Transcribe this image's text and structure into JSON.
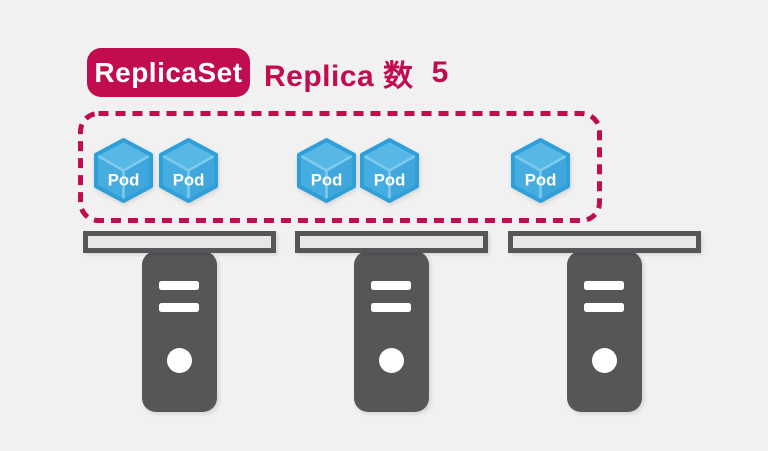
{
  "colors": {
    "background": "#F1F1F2",
    "accent": "#C10C4F",
    "pod_top": "#57B8E6",
    "pod_left": "#46ADE0",
    "pod_right": "#40A7DC",
    "pod_stroke": "#2E9FD8",
    "pod_edge": "#7FCBEE",
    "server_gray": "#565659",
    "platform_inner": "#E7E7E8"
  },
  "header": {
    "badge_label": "ReplicaSet",
    "replica_label": "Replica 数",
    "replica_count": "5"
  },
  "nodes": [
    {
      "pods": [
        {
          "label": "Pod"
        },
        {
          "label": "Pod"
        }
      ]
    },
    {
      "pods": [
        {
          "label": "Pod"
        },
        {
          "label": "Pod"
        }
      ]
    },
    {
      "pods": [
        {
          "label": "Pod"
        }
      ]
    }
  ]
}
